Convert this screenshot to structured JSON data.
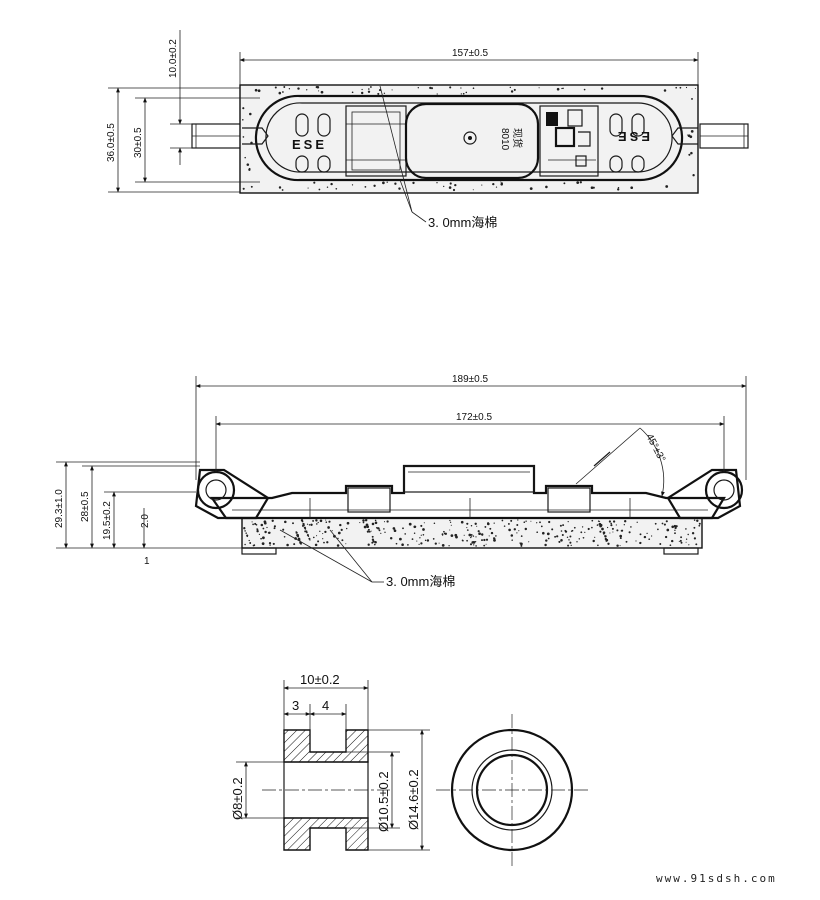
{
  "top_view": {
    "width_dim": "157±0.5",
    "height_outer_dim": "36.0±0.5",
    "height_inner_dim": "30±0.5",
    "wire_dim": "10.0±0.2",
    "label_left": "ESE",
    "label_right": "ESE",
    "chip_text": "8010",
    "chip_text2": "现货",
    "foam_callout": "3. 0mm海棉"
  },
  "side_view": {
    "total_width_dim": "189±0.5",
    "hole_spacing_dim": "172±0.5",
    "angle_dim": "45°±3°",
    "height_total_dim": "29.3±1.0",
    "height_body_dim": "28±0.5",
    "height_lens_dim": "19.5±0.2",
    "height_foam_dim": "2.0",
    "foam_tick": "1",
    "foam_callout": "3. 0mm海棉"
  },
  "bushing": {
    "length_dim": "10±0.2",
    "seg_a_dim": "3",
    "seg_b_dim": "4",
    "bore_dim": "Ø8±0.2",
    "groove_dim": "Ø10.5±0.2",
    "outer_dim": "Ø14.6±0.2"
  },
  "watermark": "www.91sdsh.com"
}
